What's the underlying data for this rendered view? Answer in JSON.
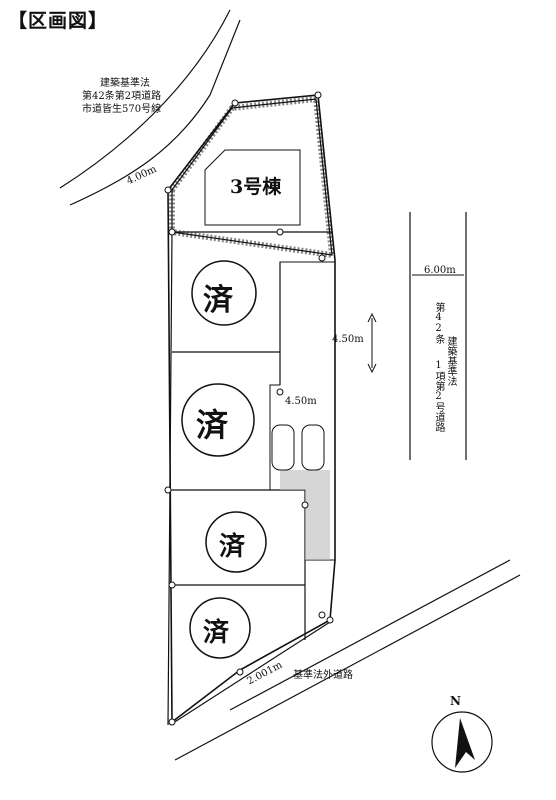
{
  "title": "【区画図】",
  "road_north": {
    "lines": [
      "建築基準法",
      "第42条第2項道路",
      "市道皆生570号線"
    ],
    "width": "4.00m"
  },
  "road_east": {
    "width": "6.00m",
    "vertical_text_col1": "第42条",
    "vertical_text_col2": "建築基準法",
    "vertical_text_col3": "1項第2号道路"
  },
  "road_south": {
    "label": "基準法外道路",
    "width": "2.001m"
  },
  "dimensions": {
    "access_width": "4.50m",
    "access_width_2": "4.50m"
  },
  "lots": [
    {
      "label": "3号棟"
    },
    {
      "label": "済"
    },
    {
      "label": "済"
    },
    {
      "label": "済"
    },
    {
      "label": "済"
    }
  ],
  "compass": {
    "label": "N"
  }
}
